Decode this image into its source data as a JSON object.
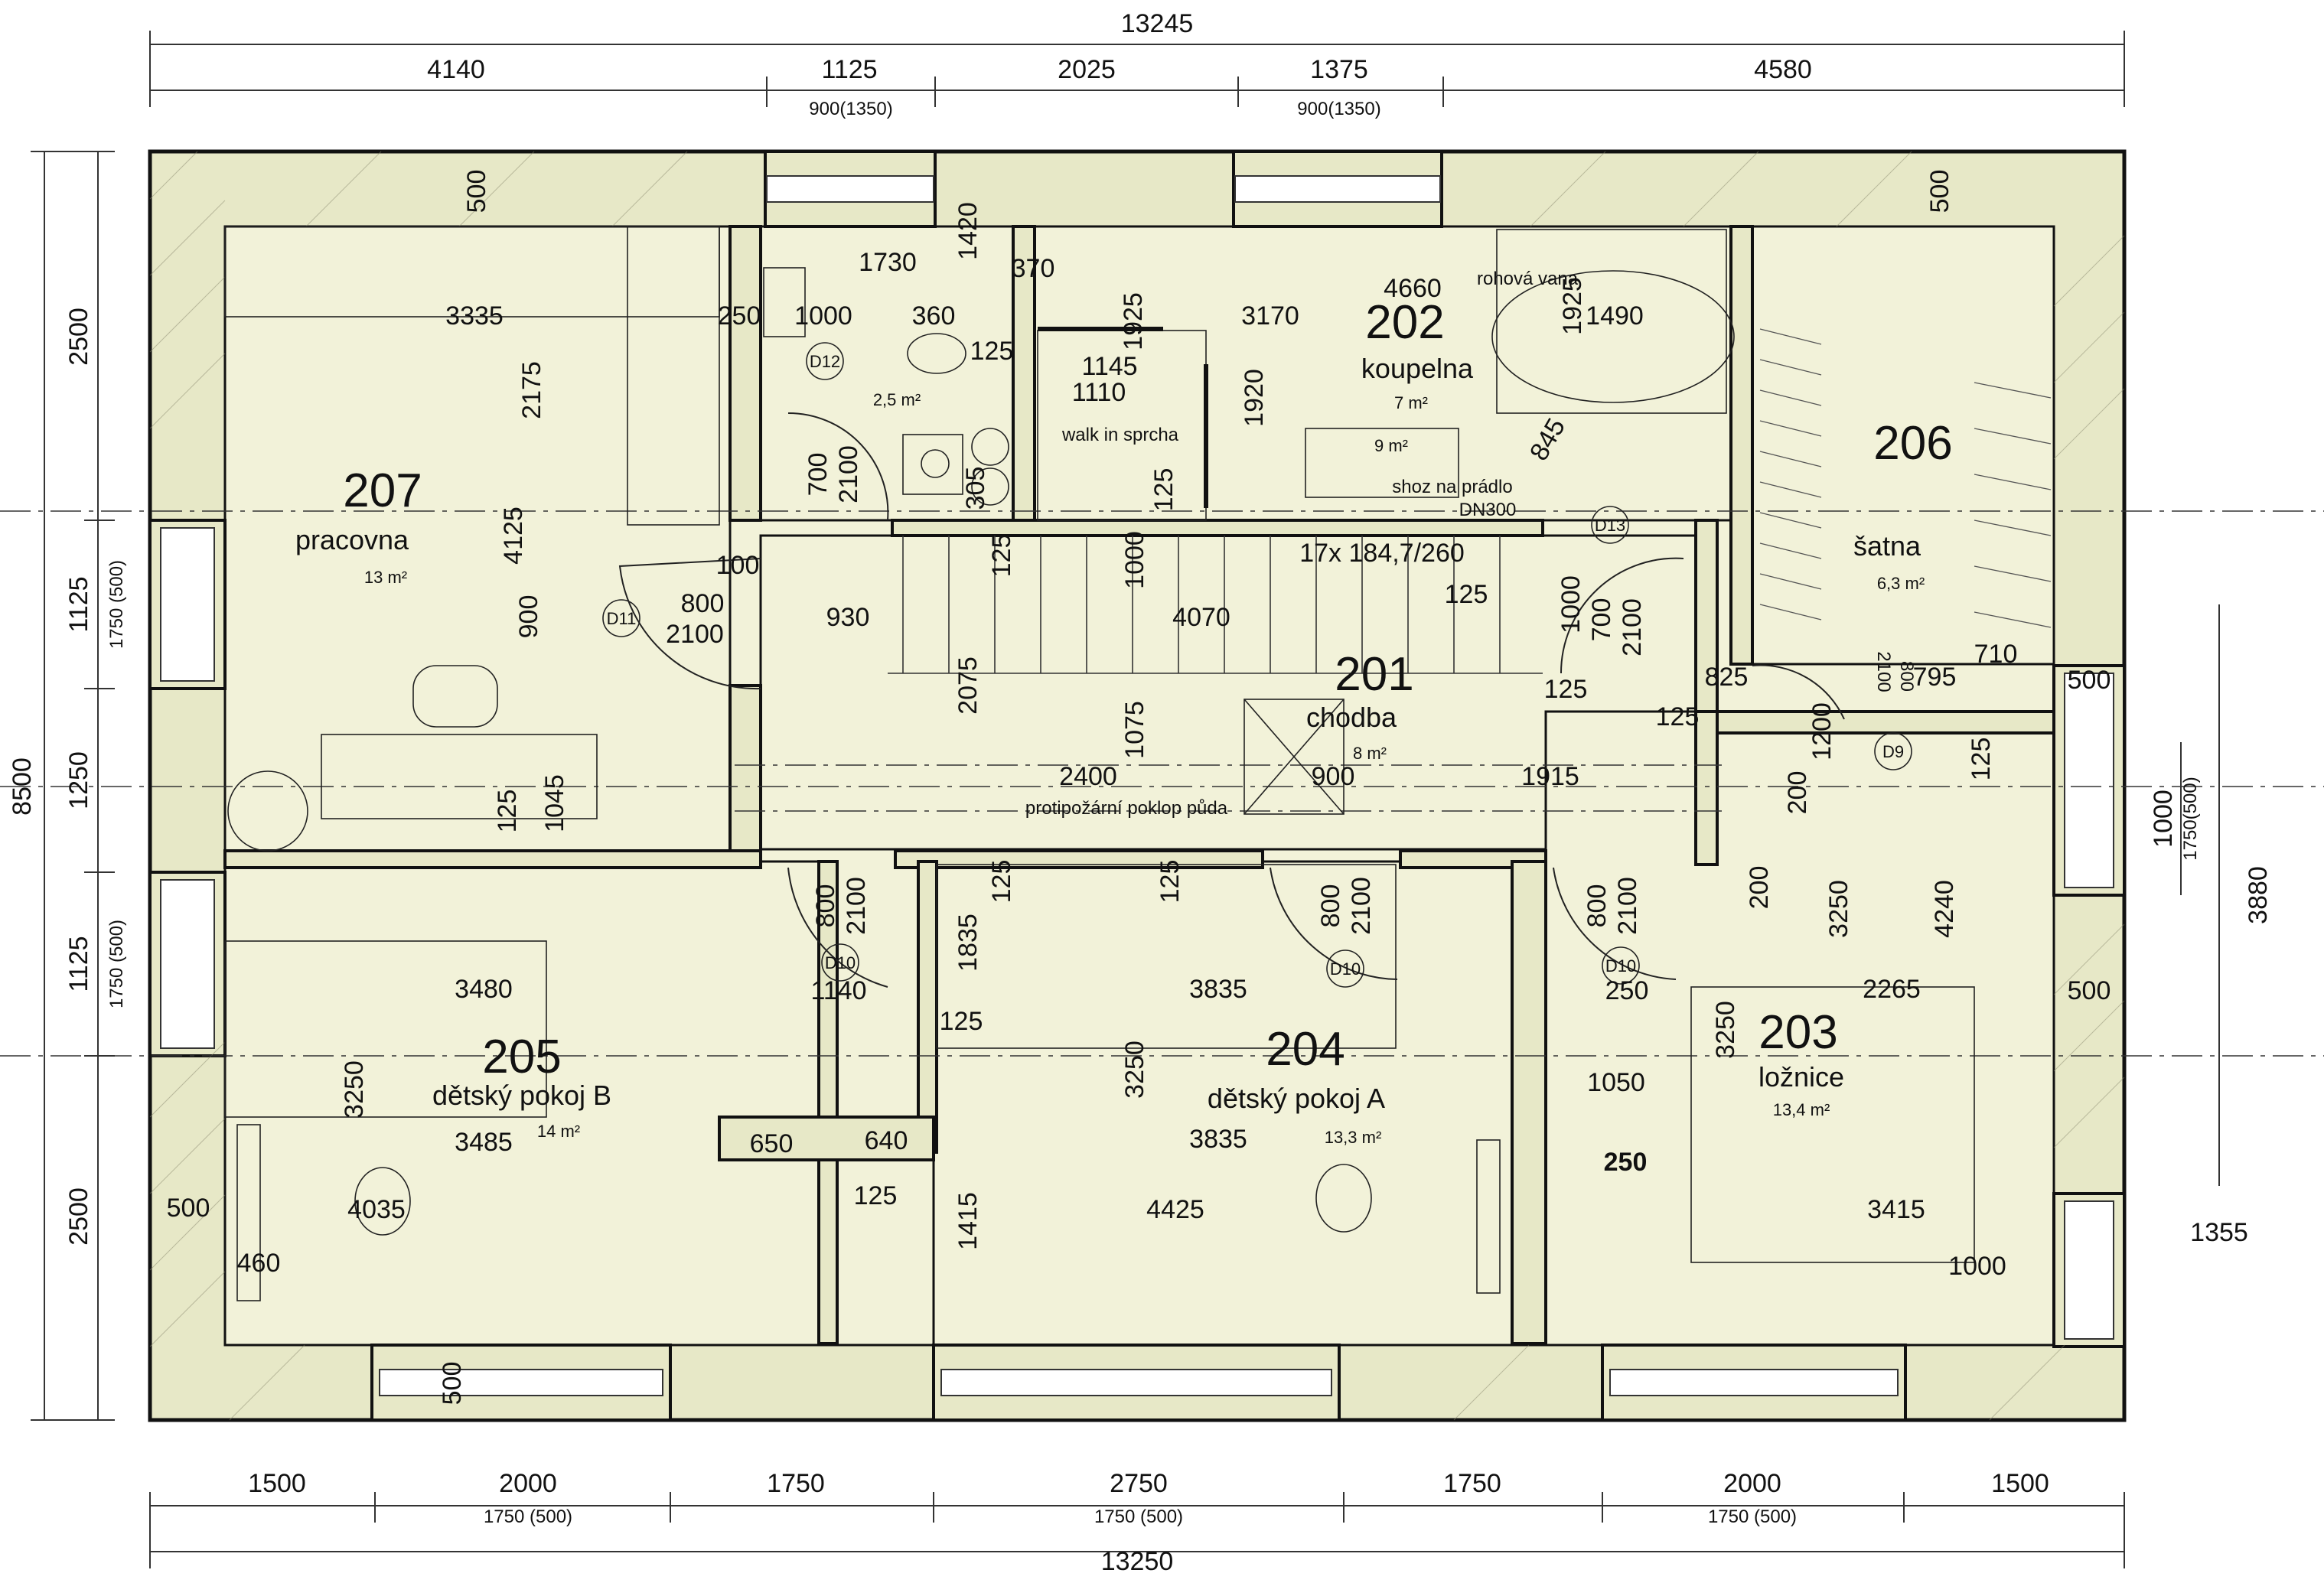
{
  "dimensions": {
    "top_total": "13245",
    "top_segments": [
      "4140",
      "1125",
      "2025",
      "1375",
      "4580"
    ],
    "top_sub": [
      "900(1350)",
      "900(1350)"
    ],
    "bottom_total": "13250",
    "bottom_segments": [
      "1500",
      "2000",
      "1750",
      "2750",
      "1750",
      "2000",
      "1500"
    ],
    "bottom_sub": [
      "1750 (500)",
      "1750 (500)",
      "1750 (500)"
    ],
    "left_total": "8500",
    "left_segments": [
      "2500",
      "1125",
      "1250",
      "1125",
      "2500"
    ],
    "left_sub": [
      "1750 (500)",
      "1750 (500)"
    ],
    "right": [
      "1000",
      "1750(500)",
      "3880",
      "1355",
      "500",
      "500",
      "500"
    ]
  },
  "rooms": {
    "r201": {
      "number": "201",
      "name": "chodba",
      "area": "8 m²"
    },
    "r202": {
      "number": "202",
      "name": "koupelna",
      "area": "7 m²"
    },
    "r203": {
      "number": "203",
      "name": "ložnice",
      "area": "13,4 m²"
    },
    "r204": {
      "number": "204",
      "name": "dětský pokoj A",
      "area": "13,3 m²"
    },
    "r205": {
      "number": "205",
      "name": "dětský pokoj B",
      "area": "14 m²"
    },
    "r206": {
      "number": "206",
      "name": "šatna",
      "area": "6,3 m²"
    },
    "r207": {
      "number": "207",
      "name": "pracovna",
      "area": "13 m²"
    },
    "wc": {
      "area": "2,5 m²"
    }
  },
  "notes": {
    "bathtub": "rohová vana",
    "shower": "walk in sprcha",
    "laundry": "shoz na prádlo",
    "laundry_dn": "DN300",
    "bath_area": "9 m²",
    "stairs": "17x 184,7/260",
    "hatch": "protipožární poklop půda"
  },
  "doors": [
    "D9",
    "D10",
    "D10",
    "D10",
    "D11",
    "D12",
    "D13"
  ],
  "door_sizes": {
    "width": "800",
    "height": "2100",
    "w700": "700",
    "w1000": "1000"
  },
  "inner_dims": {
    "r207": [
      "3335",
      "2175",
      "4125",
      "900",
      "1045",
      "125",
      "250",
      "100",
      "930",
      "800",
      "2100"
    ],
    "r202": [
      "1730",
      "1420",
      "370",
      "1000",
      "360",
      "125",
      "1145",
      "1110",
      "1925",
      "3170",
      "4660",
      "1490",
      "1925",
      "1920",
      "845",
      "125",
      "305"
    ],
    "r201": [
      "1000",
      "4070",
      "2075",
      "1075",
      "2400",
      "900",
      "1915",
      "125",
      "125",
      "125",
      "125"
    ],
    "r206": [
      "825",
      "795",
      "710",
      "1200",
      "200",
      "125",
      "2100",
      "800"
    ],
    "r205": [
      "3480",
      "1140",
      "3250",
      "3485",
      "4035",
      "500",
      "460",
      "650",
      "1835",
      "125",
      "500"
    ],
    "r204": [
      "3835",
      "3250",
      "3835",
      "640",
      "125",
      "1415",
      "4425",
      "125",
      "125"
    ],
    "r203": [
      "250",
      "3250",
      "2265",
      "1050",
      "250",
      "3415",
      "1000",
      "3250",
      "4240",
      "200"
    ]
  },
  "wall_dims": [
    "500",
    "500",
    "500",
    "500"
  ]
}
